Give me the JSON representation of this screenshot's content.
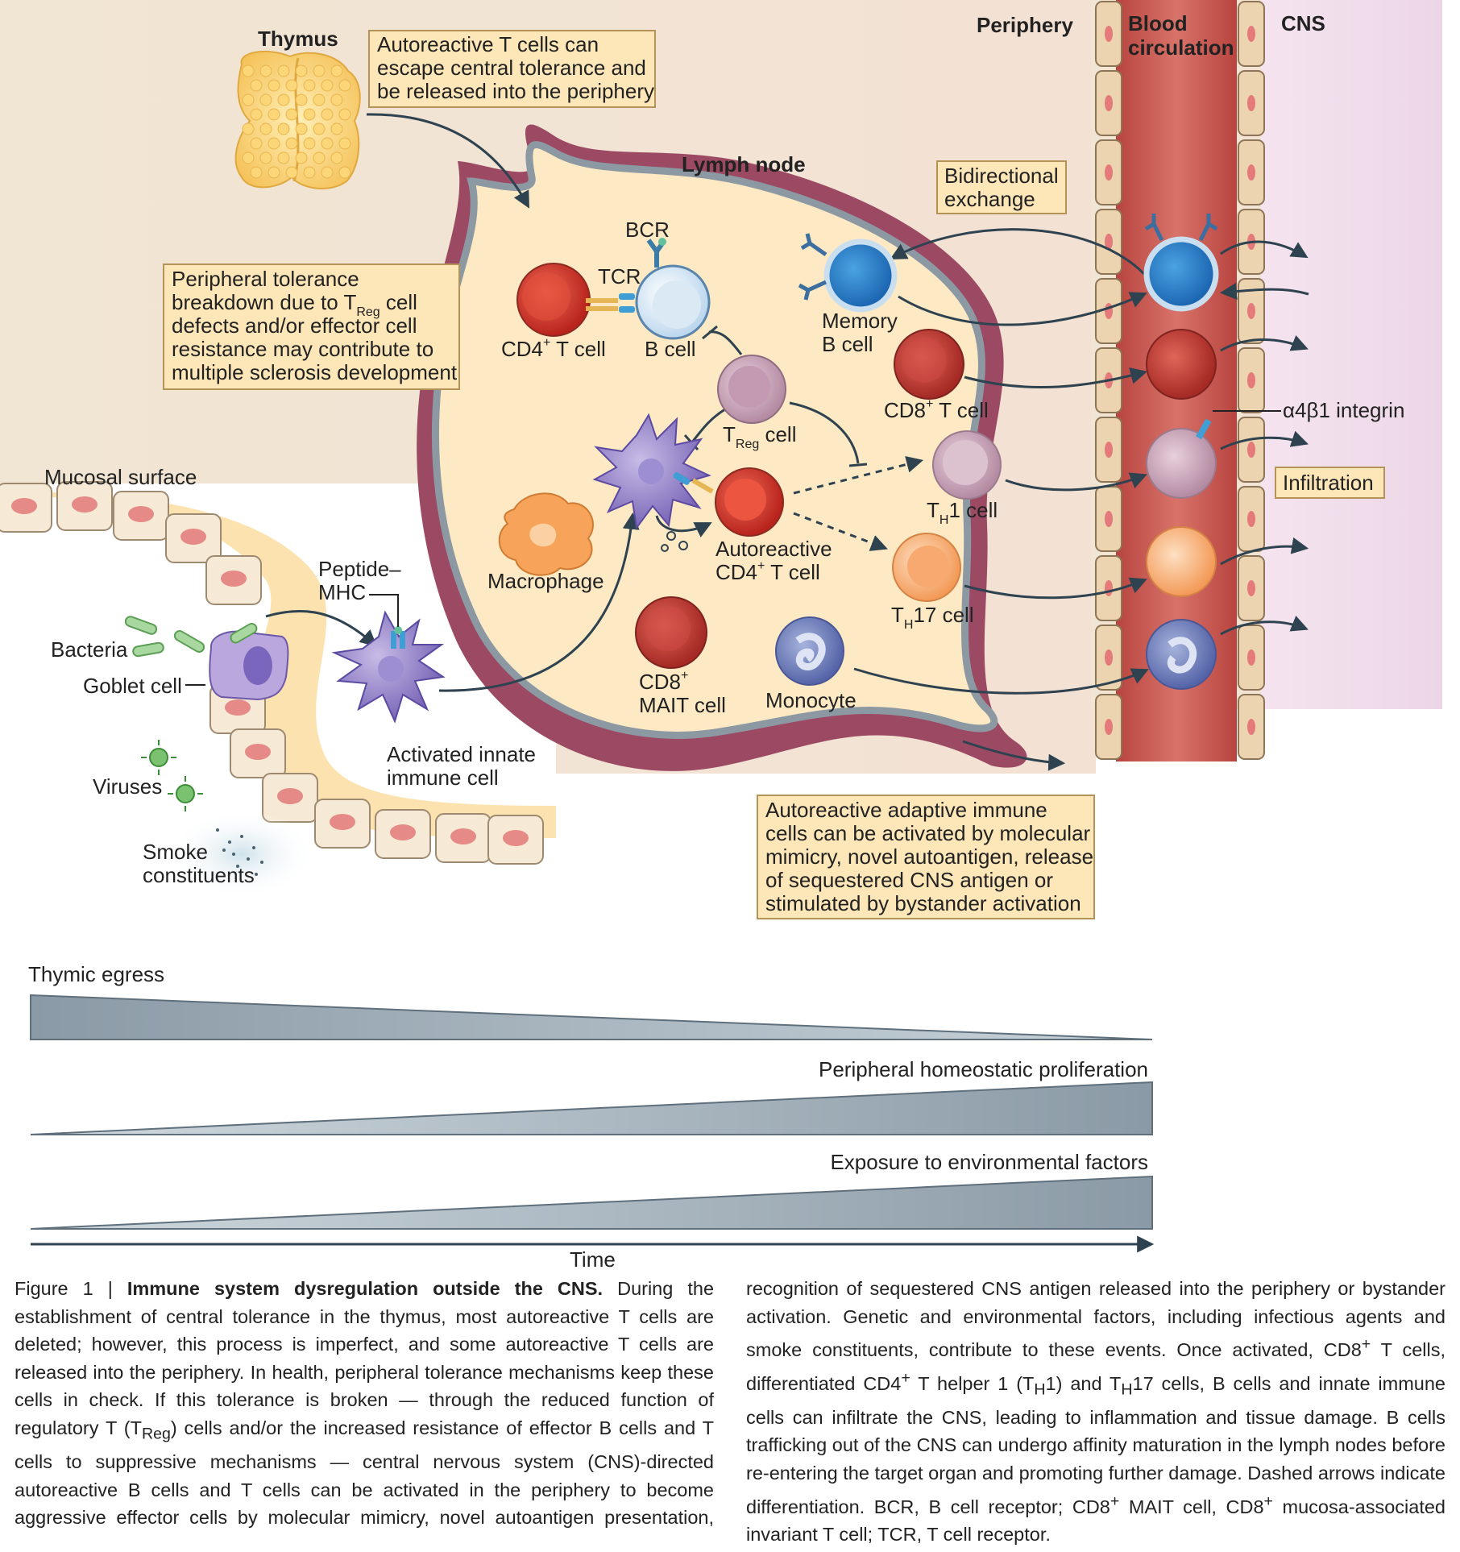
{
  "diagram": {
    "regions": {
      "periphery": "Periphery",
      "blood": "Blood circulation",
      "cns": "CNS"
    },
    "thymus": "Thymus",
    "lymph_node": "Lymph node",
    "mucosal_surface": "Mucosal surface",
    "boxes": {
      "escape": [
        "Autoreactive T cells can",
        "escape central tolerance and",
        "be released into the periphery"
      ],
      "tolerance_breakdown_pre": "Peripheral tolerance",
      "tolerance_breakdown_line2a": "breakdown due to T",
      "tolerance_breakdown_sub": "Reg",
      "tolerance_breakdown_line2b": " cell",
      "tolerance_breakdown_rest": [
        "defects and/or effector cell",
        "resistance may contribute to",
        "multiple sclerosis development"
      ],
      "bidirectional": [
        "Bidirectional",
        "exchange"
      ],
      "infiltration": "Infiltration",
      "activation": [
        "Autoreactive adaptive immune",
        "cells can be activated by molecular",
        "mimicry, novel autoantigen, release",
        "of sequestered CNS antigen or",
        "stimulated by bystander activation"
      ]
    },
    "cells": {
      "bcr": "BCR",
      "tcr": "TCR",
      "cd4_t": "CD4",
      "cd4_t_rest": " T cell",
      "sup_plus": "+",
      "b_cell": "B cell",
      "memory_b": [
        "Memory",
        "B cell"
      ],
      "cd8_t": "CD8",
      "cd8_t_rest": " T cell",
      "treg_t": "T",
      "treg_sub": "Reg",
      "treg_rest": " cell",
      "th1_t": "T",
      "th_sub": "H",
      "th1_rest": "1 cell",
      "th17_rest": "17 cell",
      "autoreactive_cd4": [
        "Autoreactive",
        "CD4",
        " T cell"
      ],
      "macrophage": "Macrophage",
      "mait": [
        "CD8",
        "MAIT cell"
      ],
      "monocyte": "Monocyte",
      "integrin": "α4β1 integrin",
      "peptide_mhc": [
        "Peptide–",
        "MHC"
      ],
      "bacteria": "Bacteria",
      "goblet": "Goblet cell",
      "viruses": "Viruses",
      "smoke": [
        "Smoke",
        "constituents"
      ],
      "innate": [
        "Activated innate",
        "immune cell"
      ]
    },
    "colors": {
      "blood": "#c9524d",
      "periphery_bg": "#f2e6d2",
      "cns_bg": "#f0dcea",
      "box": "#fde6b8",
      "lymph_fill": "#fde9c4"
    }
  },
  "timeline": {
    "wedges": [
      {
        "label": "Thymic egress",
        "trend": "decreasing"
      },
      {
        "label": "Peripheral homeostatic proliferation",
        "trend": "increasing"
      },
      {
        "label": "Exposure to environmental factors",
        "trend": "increasing"
      }
    ],
    "axis_label": "Time"
  },
  "caption": {
    "prefix": "Figure 1 | ",
    "title": "Immune system dysregulation outside the CNS.",
    "p1": " During the establishment of central tolerance in the thymus, most autoreactive T cells are deleted; however, this process is imperfect, and some autoreactive T cells are released into the periphery. In health, peripheral tolerance mechanisms keep these cells in check. If this tolerance is broken — through the reduced function of regulatory T (T",
    "sub1": "Reg",
    "p2": ") cells and/or the increased resistance of effector B cells and T cells to suppressive mechanisms — central nervous system (CNS)-directed autoreactive B cells and T cells can be activated in the periphery to become aggressive effector cells by molecular mimicry, novel autoantigen presentation, recognition of sequestered CNS antigen released into the periphery or bystander activation. Genetic and environmental factors, including infectious agents and smoke constituents, contribute to these events. Once activated, CD8",
    "sup1": "+",
    "p3": " T cells, differentiated CD4",
    "sup2": "+",
    "p4": " T helper 1 (T",
    "sub2": "H",
    "p5": "1) and T",
    "sub3": "H",
    "p6": "17 cells, B cells and innate immune cells can infiltrate the CNS, leading to inflammation and tissue damage. B cells trafficking out of the CNS can undergo affinity maturation in the lymph nodes before re-entering the target organ and promoting further damage. Dashed arrows indicate differentiation. BCR, B cell receptor; CD8",
    "sup3": "+",
    "p7": " MAIT cell, CD8",
    "sup4": "+",
    "p8": " mucosa-associated invariant T cell; TCR, T cell receptor."
  }
}
